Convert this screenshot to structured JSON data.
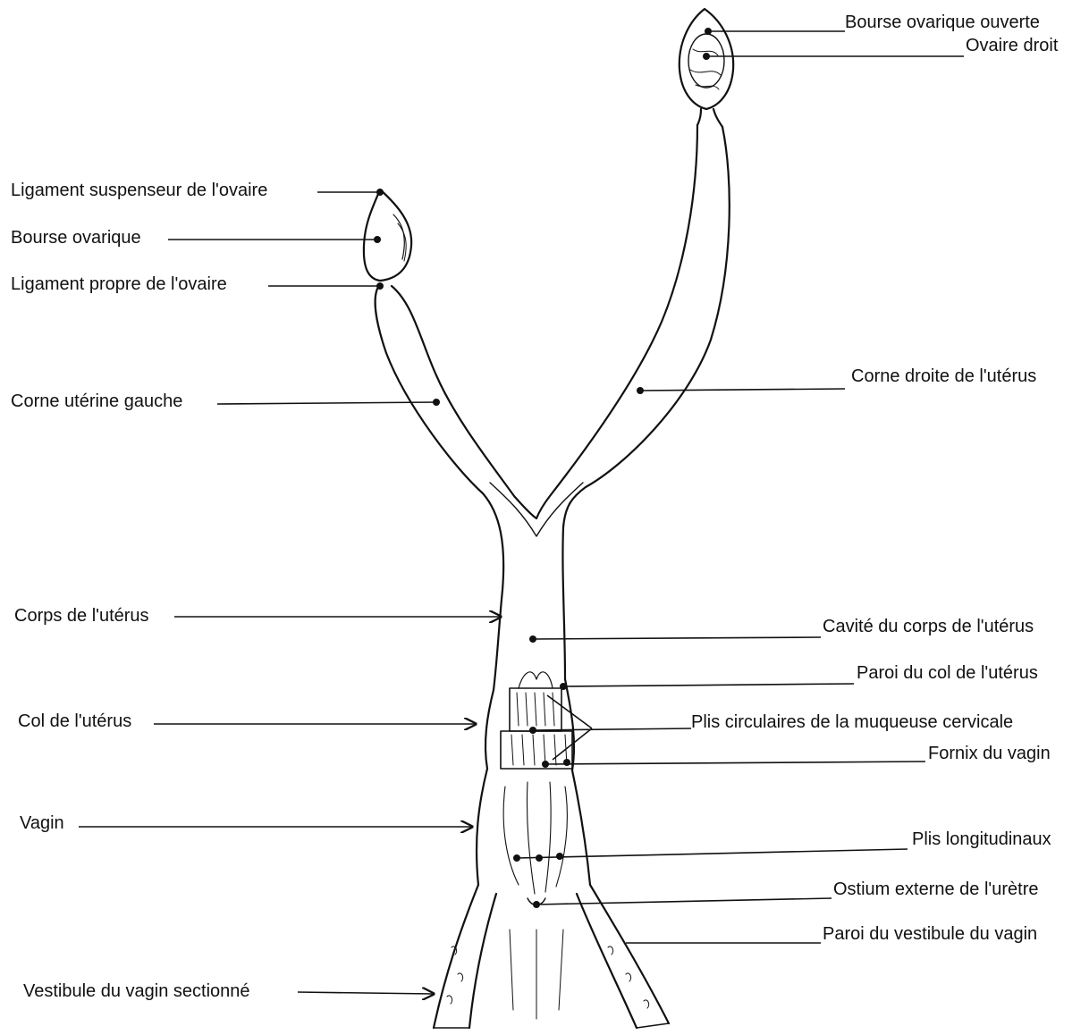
{
  "labels_left": {
    "ligament_suspenseur": "Ligament suspenseur de l'ovaire",
    "bourse_ovarique": "Bourse ovarique",
    "ligament_propre": "Ligament propre de l'ovaire",
    "corne_gauche": "Corne utérine gauche",
    "corps_uterus": "Corps de l'utérus",
    "col_uterus": "Col de l'utérus",
    "vagin": "Vagin",
    "vestibule_sectionne": "Vestibule du vagin sectionné"
  },
  "labels_right": {
    "bourse_ouverte": "Bourse ovarique ouverte",
    "ovaire_droit": "Ovaire droit",
    "corne_droite": "Corne droite de l'utérus",
    "cavite_corps": "Cavité du corps de l'utérus",
    "paroi_col": "Paroi du col de l'utérus",
    "plis_circulaires": "Plis circulaires de la muqueuse cervicale",
    "fornix": "Fornix du vagin",
    "plis_longitudinaux": "Plis longitudinaux",
    "ostium": "Ostium externe de l'urètre",
    "paroi_vestibule": "Paroi du vestibule du vagin"
  },
  "colors": {
    "ink": "#111111",
    "paper": "#ffffff"
  }
}
